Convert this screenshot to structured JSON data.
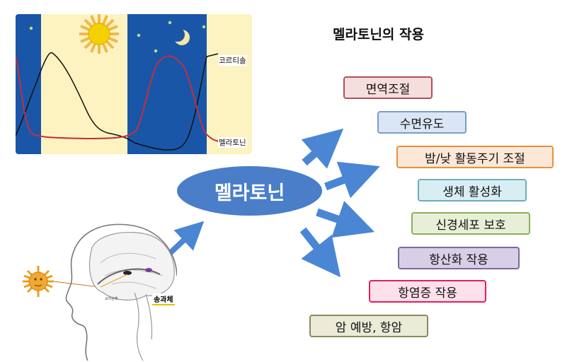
{
  "title": "멜라토닌의 작용",
  "cycle": {
    "cortisol_label": "코르티솔",
    "melatonin_label": "멜라토닌",
    "colors": {
      "night": "#1a56a8",
      "day": "#fdf3c0",
      "cortisol": "#111111",
      "melatonin": "#c03040",
      "sun": "#f5d000"
    },
    "icons": [
      "sun-icon",
      "moon-icon",
      "star-icon"
    ]
  },
  "hub": {
    "label": "멜라토닌",
    "color": "#4a7ec9"
  },
  "effects": [
    {
      "label": "면역조절",
      "fill": "#f6dede",
      "border": "#b0505a"
    },
    {
      "label": "수면유도",
      "fill": "#dbe6f4",
      "border": "#7a9cc8"
    },
    {
      "label": "밤/낮 활동주기 조절",
      "fill": "#fde8d8",
      "border": "#e8913e"
    },
    {
      "label": "생체 활성화",
      "fill": "#d9eef3",
      "border": "#6aaebf"
    },
    {
      "label": "신경세포 보호",
      "fill": "#e6f0d6",
      "border": "#8ab05a"
    },
    {
      "label": "항산화 작용",
      "fill": "#d8cfe6",
      "border": "#7a6a9a"
    },
    {
      "label": "항염증 작용",
      "fill": "#fde0ec",
      "border": "#e0205a"
    },
    {
      "label": "암 예방, 항암",
      "fill": "#ebebd8",
      "border": "#8a8a5a"
    }
  ],
  "brain": {
    "pineal_label": "송과체",
    "chiasm_label": "교차상핵",
    "icon": "brain-illustration"
  },
  "arrow_color": "#4a86d4"
}
